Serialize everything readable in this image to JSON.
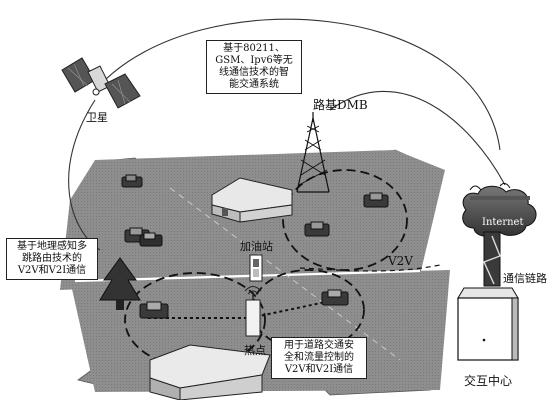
{
  "labels": {
    "satellite": "卫星",
    "dmb_tower": "路基DMB",
    "gas_station": "加油站",
    "hotspot": "热点",
    "internet": "Internet",
    "comm_link": "通信链路",
    "center": "交互中心",
    "v2v": "V2V"
  },
  "callouts": {
    "top_system": [
      "基于80211、",
      "GSM、Ipv6等无",
      "线通信技术的智",
      "能交通系统"
    ],
    "left_routing": [
      "基于地理感知多",
      "跳路由技术的",
      "V2V和V2I通信"
    ],
    "bottom_safety": [
      "用于道路交通安",
      "全和流量控制的",
      "V2V和V2I通信"
    ]
  }
}
